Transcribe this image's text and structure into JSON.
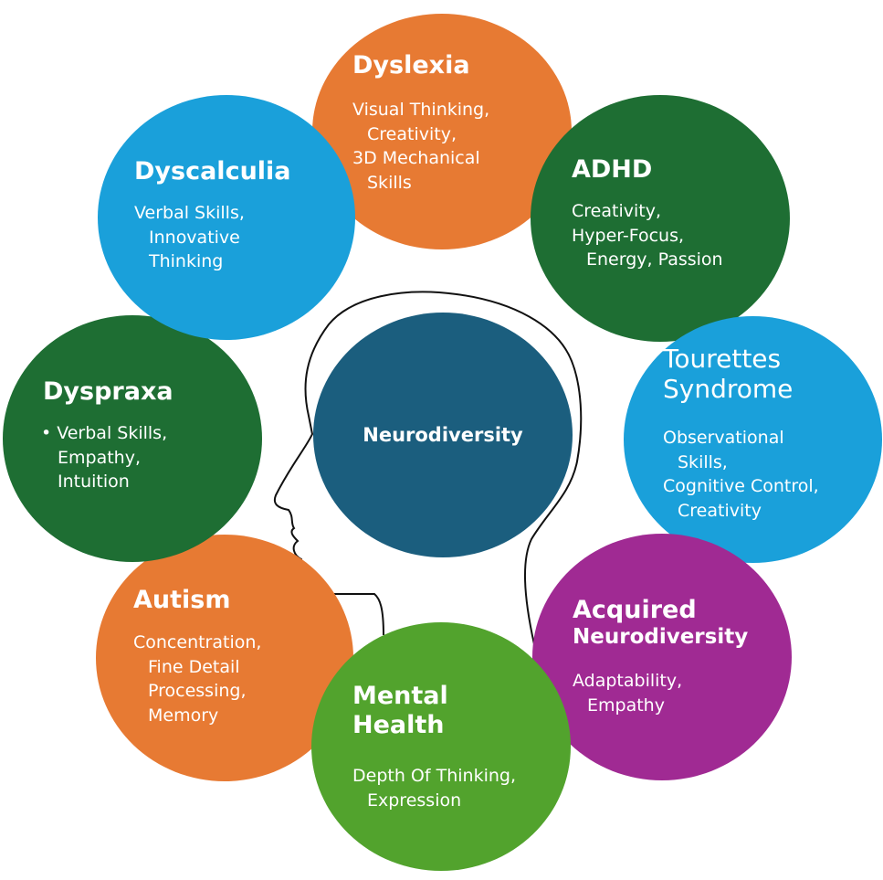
{
  "center": {
    "label": "Neurodiversity"
  },
  "circles": {
    "dyslexia": {
      "title": "Dyslexia",
      "lines": [
        "Visual Thinking,",
        "Creativity,",
        "3D Mechanical",
        "Skills"
      ],
      "color": "#e77a33"
    },
    "adhd": {
      "title": "ADHD",
      "lines": [
        "Creativity,",
        "Hyper-Focus,",
        "Energy, Passion"
      ],
      "color": "#1e6e33"
    },
    "tourettes": {
      "title_line1": "Tourettes",
      "title_line2": "Syndrome",
      "lines": [
        "Observational",
        "Skills,",
        "Cognitive Control,",
        "Creativity"
      ],
      "color": "#1aa0da"
    },
    "acquired": {
      "title_line1": "Acquired",
      "title_line2": "Neurodiversity",
      "lines": [
        "Adaptability,",
        "Empathy"
      ],
      "color": "#a02a93"
    },
    "mental_health": {
      "title_line1": "Mental",
      "title_line2": "Health",
      "lines": [
        "Depth Of Thinking,",
        "Expression"
      ],
      "color": "#52a32d"
    },
    "autism": {
      "title": "Autism",
      "lines": [
        "Concentration,",
        "Fine Detail",
        "Processing,",
        "Memory"
      ],
      "color": "#e77a33"
    },
    "dyspraxa": {
      "title": "Dyspraxa",
      "lines": [
        "Verbal Skills,",
        "Empathy,",
        "Intuition"
      ],
      "color": "#1e6e33"
    },
    "dyscalculia": {
      "title": "Dyscalculia",
      "lines": [
        "Verbal Skills,",
        "Innovative",
        "Thinking"
      ],
      "color": "#1aa0da"
    }
  },
  "colors": {
    "orange": "#e77a33",
    "dark_green": "#1e6e33",
    "blue": "#1aa0da",
    "purple": "#a02a93",
    "light_green": "#52a32d",
    "navy": "#1b5e7e"
  }
}
